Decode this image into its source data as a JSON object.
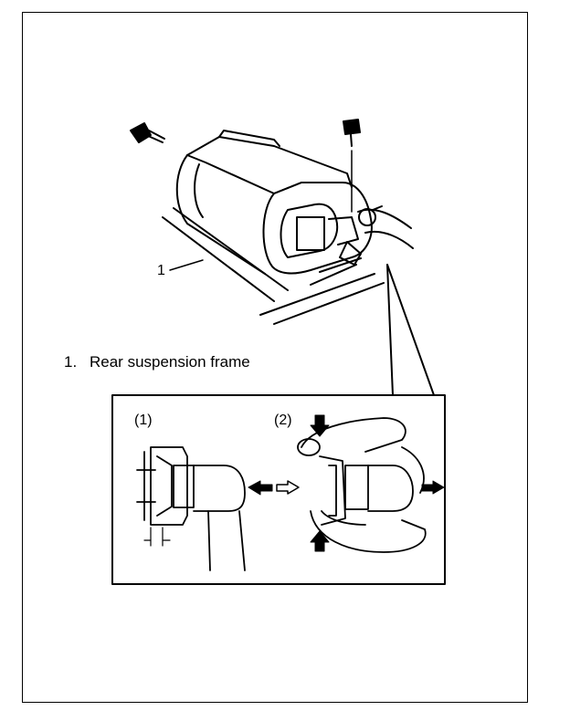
{
  "callout": {
    "number": "1"
  },
  "legend": {
    "number": "1.",
    "text": "Rear suspension frame"
  },
  "detail": {
    "step1_label": "(1)",
    "step2_label": "(2)"
  }
}
